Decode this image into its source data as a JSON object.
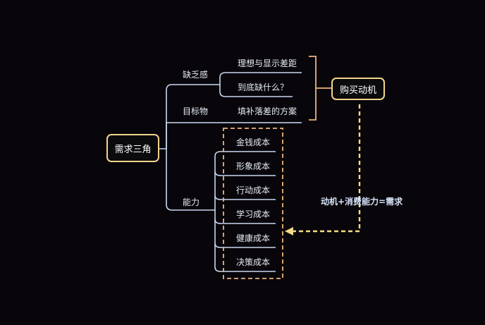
{
  "root": "需求三角",
  "branches": {
    "lack": {
      "label": "缺乏感",
      "children": [
        "理想与显示差距",
        "到底缺什么？"
      ]
    },
    "target": {
      "label": "目标物",
      "children": [
        "填补落差的方案"
      ]
    },
    "ability": {
      "label": "能力",
      "children": [
        "金钱成本",
        "形象成本",
        "行动成本",
        "学习成本",
        "健康成本",
        "决策成本"
      ]
    }
  },
  "purchase_node": "购买动机",
  "formula": "动机+消费能力=需求",
  "colors": {
    "background": "#08060a",
    "node_border": "#f2d58c",
    "branch_line": "#c9d6f2",
    "bracket": "#f0b37a",
    "dashed": "#f5dd87"
  }
}
